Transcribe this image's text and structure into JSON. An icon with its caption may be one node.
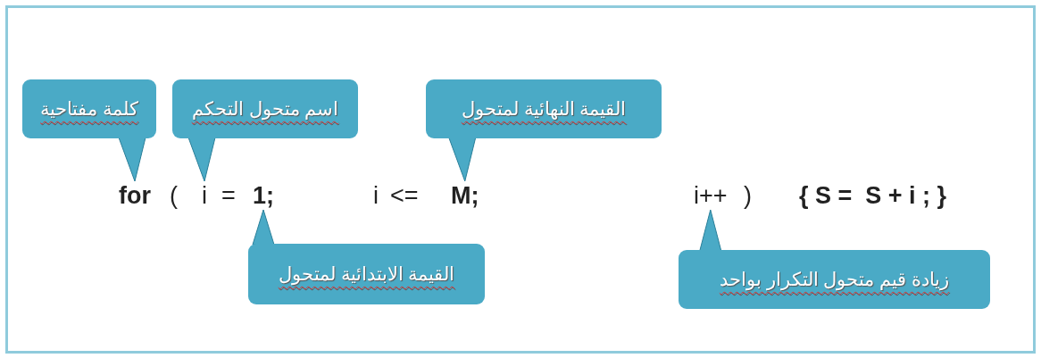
{
  "diagram": {
    "nodes": [
      {
        "text": [
          "كلمة مفتاحية"
        ]
      },
      {
        "text": [
          "اسم متحول التحكم"
        ]
      },
      {
        "text": [
          "القيمة النهائية لمتحول"
        ]
      },
      {
        "text": [
          "for"
        ]
      },
      {
        "text": [
          "i"
        ]
      },
      {
        "text": [
          "1;"
        ]
      },
      {
        "text": [
          "M;"
        ]
      },
      {
        "text": [
          "i++"
        ]
      },
      {
        "text": [
          "القيمة الابتدائية لمتحول"
        ]
      },
      {
        "text": [
          "زيادة قيم متحول التكرار بواحد"
        ]
      }
    ],
    "edges": [
      {
        "from": 0,
        "to": 3,
        "arrow": "to"
      },
      {
        "from": 1,
        "to": 4,
        "arrow": "to"
      },
      {
        "from": 2,
        "to": 6,
        "arrow": "to"
      },
      {
        "from": 8,
        "to": 5,
        "arrow": "to"
      },
      {
        "from": 9,
        "to": 7,
        "arrow": "to"
      }
    ],
    "labels": [
      "(",
      "=",
      "i",
      "<=",
      ")",
      "{ S =  S + i ; }"
    ]
  }
}
